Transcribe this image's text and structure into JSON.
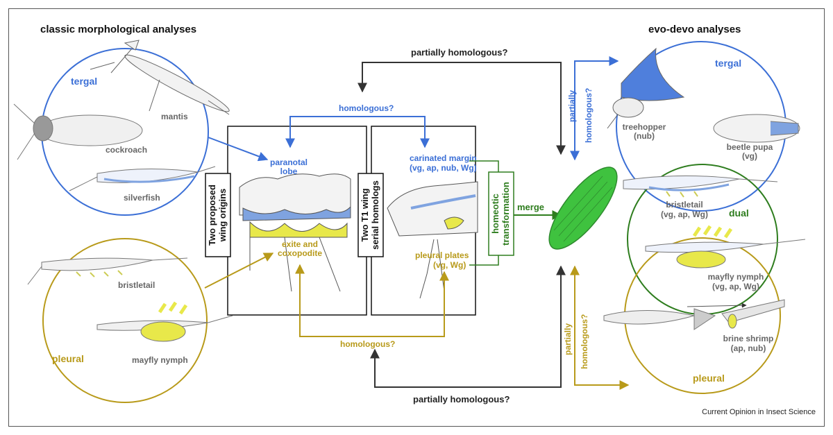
{
  "headings": {
    "left": "classic morphological analyses",
    "right": "evo-devo analyses"
  },
  "left_groups": {
    "tergal": "tergal",
    "pleural": "pleural"
  },
  "left_animals": {
    "mantis": "mantis",
    "cockroach": "cockroach",
    "silverfish": "silverfish",
    "bristletail": "bristletail",
    "mayfly_nymph": "mayfly nymph"
  },
  "panel_left": {
    "side_label_line1": "Two proposed",
    "side_label_line2": "wing origins",
    "paranotal_line1": "paranotal",
    "paranotal_line2": "lobe",
    "exite_line1": "exite and",
    "exite_line2": "coxopodite"
  },
  "panel_right": {
    "side_label_line1": "Two T1 wing",
    "side_label_line2": "serial homologs",
    "carinated_line1": "carinated margin",
    "carinated_line2": "(vg, ap, nub, Wg)",
    "pleural_line1": "pleural plates",
    "pleural_line2": "(vg, Wg)"
  },
  "homeotic": {
    "line1": "homeotic",
    "line2": "transformation"
  },
  "arrow_labels": {
    "top_partial": "partially homologous?",
    "bottom_partial": "partially homologous?",
    "homologous_top": "homologous?",
    "homologous_bottom": "homologous?",
    "merge": "merge",
    "right_top_line1": "partially",
    "right_top_line2": "homologous?",
    "right_bottom_line1": "partially",
    "right_bottom_line2": "homologous?"
  },
  "right_groups": {
    "tergal": "tergal",
    "dual": "dual",
    "pleural": "pleural"
  },
  "right_animals": {
    "treehopper_line1": "treehopper",
    "treehopper_line2": "(nub)",
    "beetle_line1": "beetle pupa",
    "beetle_line2": "(vg)",
    "bristletail_line1": "bristletail",
    "bristletail_line2": "(vg, ap, Wg)",
    "mayfly_line1": "mayfly nymph",
    "mayfly_line2": "(vg, ap, Wg)",
    "brine_line1": "brine shrimp",
    "brine_line2": "(ap, nub)"
  },
  "credit": "Current Opinion in Insect Science",
  "colors": {
    "tergal_blue": "#3b6fd6",
    "pleural_gold": "#b89a1a",
    "dual_green": "#2e7d1e",
    "wing_green": "#3fc23f",
    "arrow_dark": "#333333",
    "yellow_fill": "#e8e84a",
    "blue_fill": "#7fa3e0"
  },
  "icons": [
    "mantis-illustration",
    "cockroach-illustration",
    "silverfish-illustration",
    "bristletail-illustration",
    "mayfly-nymph-illustration",
    "thorax-illustration",
    "wing-illustration",
    "treehopper-illustration",
    "beetle-pupa-illustration",
    "brine-shrimp-illustration"
  ]
}
